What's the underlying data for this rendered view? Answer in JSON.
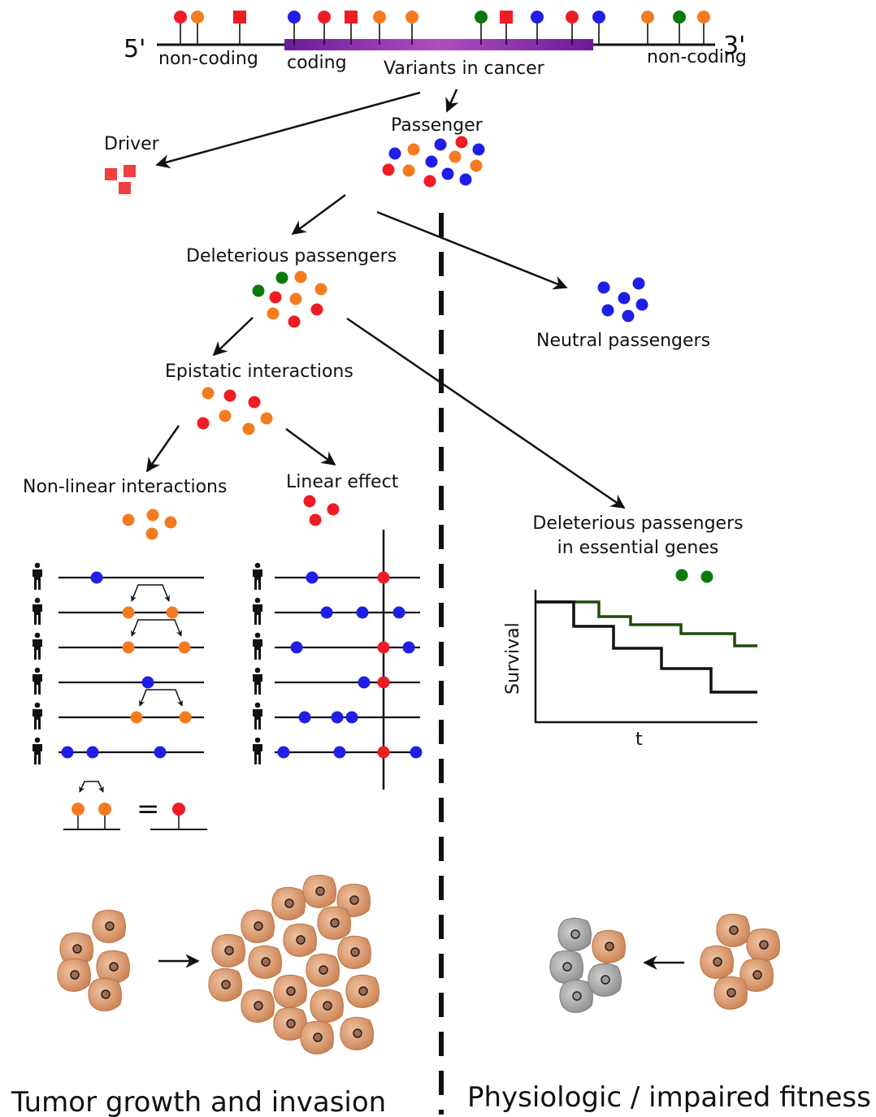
{
  "gene": {
    "five_prime": "5'",
    "three_prime": "3'",
    "noncoding_left": "non-coding",
    "coding": "coding",
    "noncoding_right": "non-coding",
    "title": "Variants in cancer"
  },
  "categories": {
    "driver": "Driver",
    "passenger": "Passenger",
    "deleterious": "Deleterious passengers",
    "neutral": "Neutral passengers",
    "epistatic": "Epistatic interactions",
    "nonlinear": "Non-linear interactions",
    "linear": "Linear effect",
    "essential_line1": "Deleterious passengers",
    "essential_line2": "in essential genes"
  },
  "survival_plot": {
    "ylabel": "Survival",
    "xlabel": "t"
  },
  "equation": {
    "sign": "="
  },
  "outcomes": {
    "left": "Tumor growth and invasion",
    "right": "Physiologic / impaired fitness"
  },
  "colors": {
    "red": "#ee1c25",
    "orange": "#f47b20",
    "blue": "#1f1ee6",
    "green": "#0a7a0a",
    "purple": "#7b1fa2",
    "cell": "#d9956b",
    "cell_gray": "#9e9e9e",
    "survival_green": "#1f4a0c"
  }
}
